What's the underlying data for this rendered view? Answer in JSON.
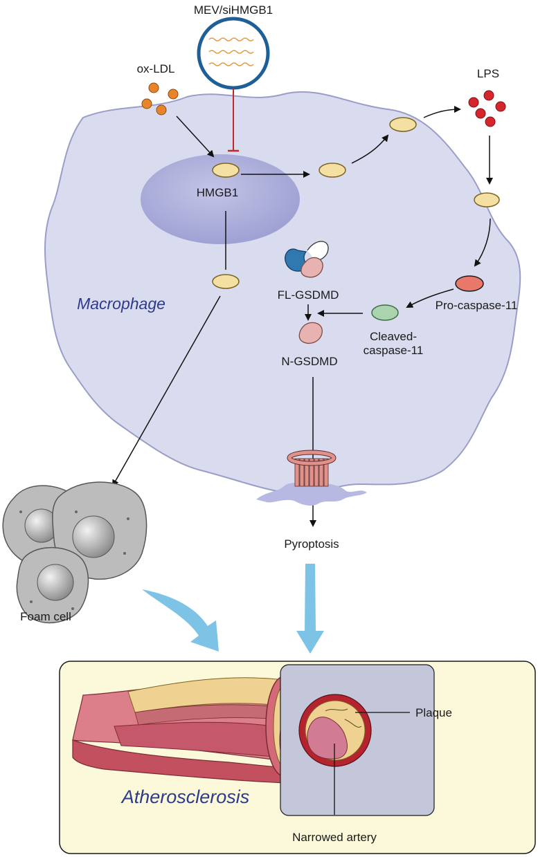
{
  "labels": {
    "mev": "MEV/siHMGB1",
    "oxldl": "ox-LDL",
    "lps": "LPS",
    "hmgb1": "HMGB1",
    "flgsdmd": "FL-GSDMD",
    "ngsdmd": "N-GSDMD",
    "procasp": "Pro-caspase-11",
    "cleaved_line1": "Cleaved-",
    "cleaved_line2": "caspase-11",
    "macrophage": "Macrophage",
    "pyroptosis": "Pyroptosis",
    "foam": "Foam cell",
    "athero": "Atherosclerosis",
    "plaque": "Plaque",
    "narrowed": "Narrowed artery"
  },
  "colors": {
    "cell_fill": "#d9dbee",
    "cell_stroke": "#9a9dc8",
    "nucleus": "#a7a9d6",
    "hmgb1_fill": "#f4e0a2",
    "hmgb1_stroke": "#7a6320",
    "oxldl": "#e8842a",
    "lps": "#d6262b",
    "procasp": "#e8786a",
    "cleaved": "#a9d4ae",
    "gsdmd_blue": "#2f78b0",
    "gsdmd_pink": "#e7b2b0",
    "inhibit": "#c0282e",
    "arrow_blue": "#7dc3e6",
    "panel_fill": "#fbf9da",
    "inset_fill": "#c4c6da",
    "artery": "#b5232f",
    "plaque": "#efd192",
    "foam": "#bcbcbc"
  }
}
